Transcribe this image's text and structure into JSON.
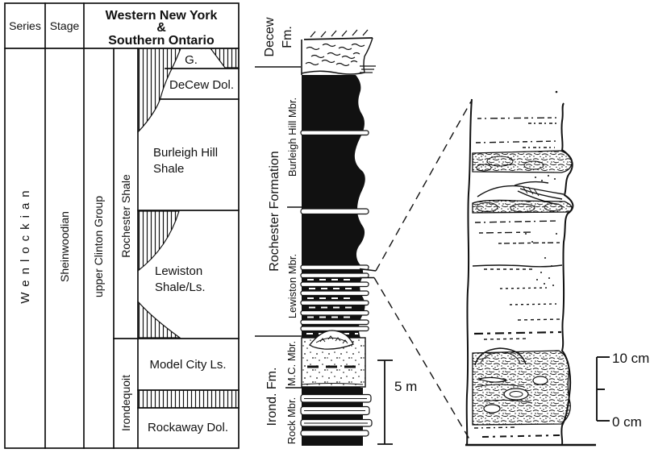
{
  "table": {
    "header": {
      "series": "Series",
      "stage": "Stage",
      "region_line1": "Western New York",
      "region_line2": "&",
      "region_line3": "Southern Ontario"
    },
    "series_value": "Wenlockian",
    "stage_value": "Sheinwoodian",
    "group_label": "upper Clinton Group",
    "subgroup_upper": "Rochester Shale",
    "subgroup_lower": "Irondequoit",
    "units": {
      "g": "G.",
      "decew_dol": "DeCew Dol.",
      "burleigh_line1": "Burleigh Hill",
      "burleigh_line2": "Shale",
      "lewiston_line1": "Lewiston",
      "lewiston_line2": "Shale/Ls.",
      "model_city": "Model City Ls.",
      "rockaway": "Rockaway Dol."
    }
  },
  "column": {
    "decew_fm_line1": "Decew",
    "decew_fm_line2": "Fm.",
    "rochester_formation": "Rochester Formation",
    "burleigh_hill_mbr": "Burleigh Hill Mbr.",
    "lewiston_mbr": "Lewiston Mbr.",
    "irond_fm": "Irond. Fm.",
    "mc_mbr": "M.C. Mbr.",
    "rock_mbr": "Rock Mbr.",
    "scale_label": "5 m"
  },
  "detail": {
    "scale_top_label": "10 cm",
    "scale_bottom_label": "0 cm"
  },
  "colors": {
    "ink": "#111111",
    "background": "#ffffff"
  }
}
